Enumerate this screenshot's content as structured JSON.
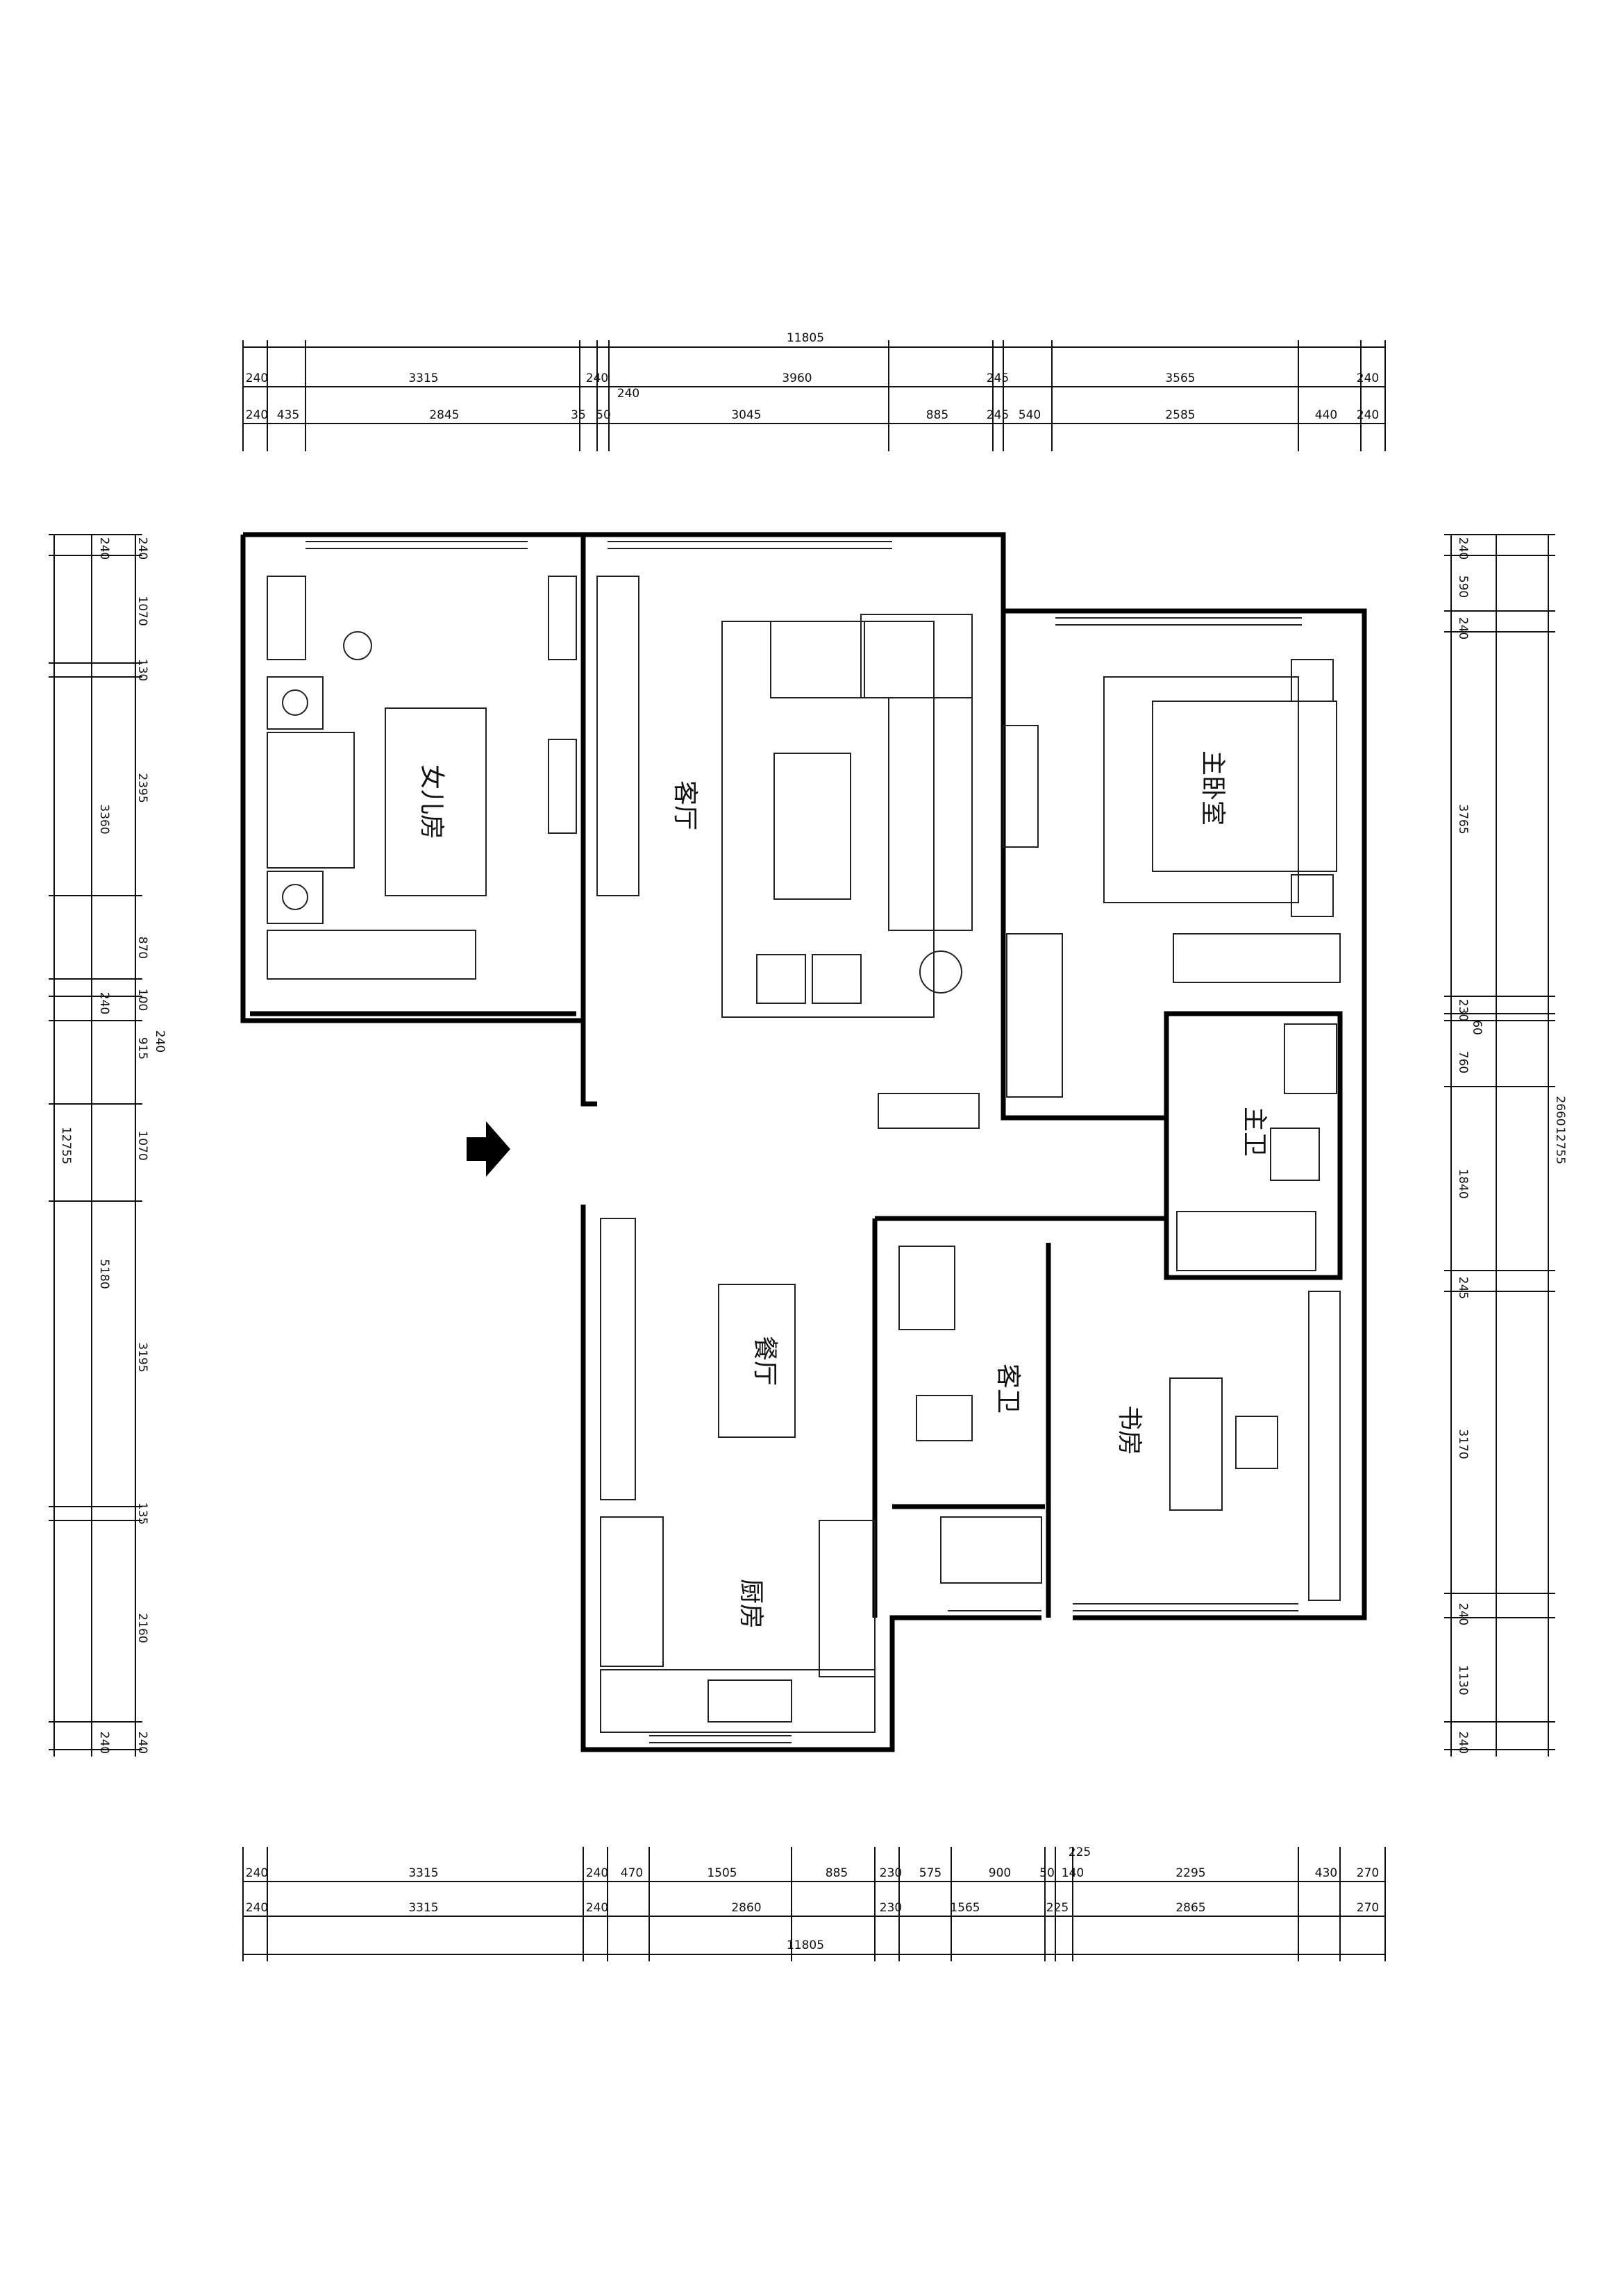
{
  "dimensions": {
    "top_overall": "11805",
    "top_row1": [
      "240",
      "3315",
      "240",
      "3960",
      "245",
      "3565",
      "240"
    ],
    "top_row1b": "240",
    "top_row2": [
      "240",
      "435",
      "2845",
      "35",
      "50",
      "3045",
      "885",
      "245",
      "540",
      "2585",
      "440",
      "240"
    ],
    "bottom_row1": [
      "240",
      "3315",
      "240",
      "470",
      "1505",
      "885",
      "230",
      "575",
      "900",
      "50",
      "140",
      "2295",
      "430",
      "270"
    ],
    "bottom_row1b": "225",
    "bottom_row2": [
      "240",
      "3315",
      "240",
      "2860",
      "230",
      "1565",
      "225",
      "2865",
      "270"
    ],
    "bottom_overall": "11805",
    "left_overall": "12755",
    "left_col1": [
      "240",
      "3360",
      "240",
      "5180",
      "240"
    ],
    "left_col1_right": [
      "240",
      "3360",
      "240",
      "5180",
      "240"
    ],
    "left_col2": [
      "240",
      "1070",
      "130",
      "2395",
      "870",
      "100",
      "915",
      "1070",
      "3195",
      "135",
      "2160",
      "240"
    ],
    "left_mid_label": "240",
    "right_overall": "12755",
    "right_col2": [
      "240",
      "590",
      "240",
      "3765",
      "230",
      "60",
      "760",
      "2660",
      "1840",
      "245",
      "3170",
      "240",
      "1130",
      "240"
    ]
  },
  "rooms": {
    "daughter_room": "女儿房",
    "living_room": "客厅",
    "master_bedroom": "主卧室",
    "master_bath": "主卫",
    "dining_room": "餐厅",
    "guest_bath": "客卫",
    "study": "书房",
    "kitchen": "厨房"
  },
  "icons": {
    "entrance": "entrance-arrow-icon"
  }
}
